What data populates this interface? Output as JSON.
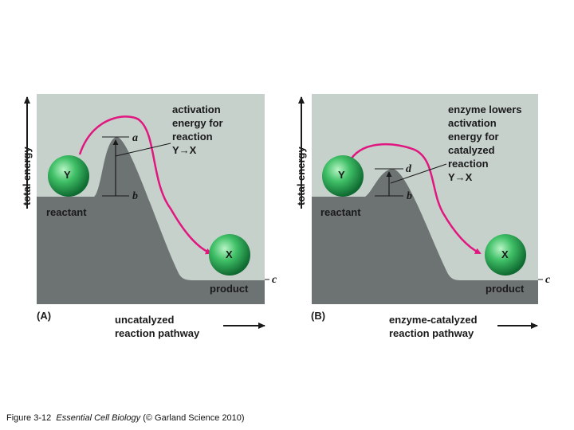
{
  "colors": {
    "panel_bg": "#c7d1cc",
    "hill": "#6d7372",
    "curve": "#e0177f",
    "ball_light": "#8fe3a3",
    "ball_dark": "#137a3a",
    "text": "#1a1a1a"
  },
  "panel_a": {
    "tag": "(A)",
    "y_axis_label": "total energy",
    "annotation": [
      "activation",
      "energy for",
      "reaction",
      "Y→X"
    ],
    "reactant_label": "reactant",
    "product_label": "product",
    "ball_reactant": "Y",
    "ball_product": "X",
    "marker_a": "a",
    "marker_b": "b",
    "marker_c": "c",
    "pathway_label": [
      "uncatalyzed",
      "reaction pathway"
    ]
  },
  "panel_b": {
    "tag": "(B)",
    "y_axis_label": "total energy",
    "annotation": [
      "enzyme lowers",
      "activation",
      "energy for",
      "catalyzed",
      "reaction",
      "Y→X"
    ],
    "reactant_label": "reactant",
    "product_label": "product",
    "ball_reactant": "Y",
    "ball_product": "X",
    "marker_d": "d",
    "marker_b": "b",
    "marker_c": "c",
    "pathway_label": [
      "enzyme-catalyzed",
      "reaction pathway"
    ]
  },
  "caption": {
    "figure": "Figure 3-12",
    "book": "Essential Cell Biology",
    "publisher": "(© Garland Science 2010)"
  }
}
